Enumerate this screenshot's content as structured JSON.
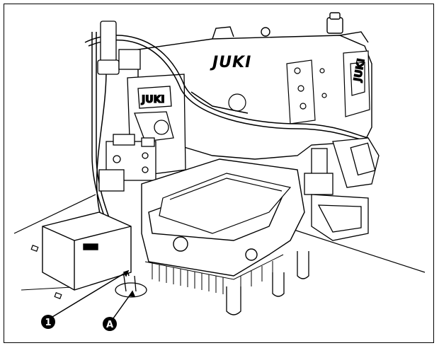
{
  "brand": {
    "main_logo": "JUKI",
    "secondary_logo": "JUKI"
  },
  "callouts": [
    {
      "id": "callout-1",
      "label": "1"
    },
    {
      "id": "callout-a",
      "label": "A"
    }
  ],
  "colors": {
    "line": "#000000",
    "background": "#ffffff",
    "callout_fill": "#000000",
    "shade": "#e8e8e8"
  }
}
